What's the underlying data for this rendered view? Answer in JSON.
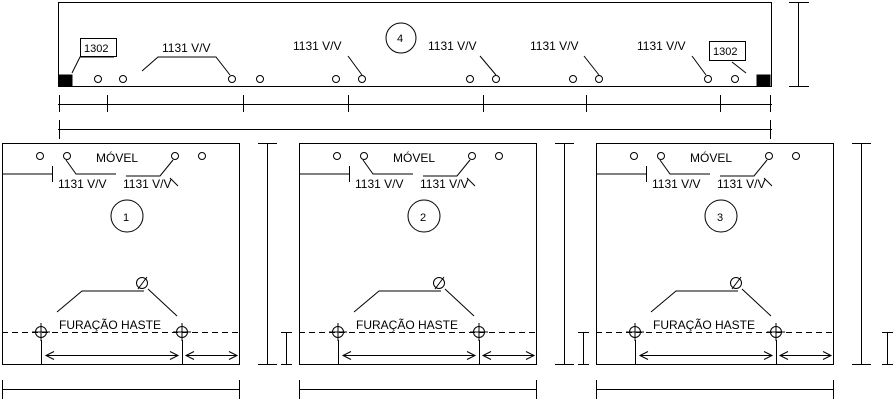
{
  "panel_top": {
    "number": "4",
    "tag_left": "1302",
    "tag_right": "1302",
    "labels": [
      "1131 V/V",
      "1131 V/V",
      "1131 V/V",
      "1131 V/V",
      "1131 V/V"
    ]
  },
  "panels": [
    {
      "number": "1",
      "movel": "MÓVEL",
      "label_left": "1131 V/V",
      "label_right": "1131 V/V",
      "furacao": "FURAÇÃO HASTE"
    },
    {
      "number": "2",
      "movel": "MÓVEL",
      "label_left": "1131 V/V",
      "label_right": "1131 V/V",
      "furacao": "FURAÇÃO HASTE"
    },
    {
      "number": "3",
      "movel": "MÓVEL",
      "label_left": "1131 V/V",
      "label_right": "1131 V/V",
      "furacao": "FURAÇÃO HASTE"
    }
  ]
}
